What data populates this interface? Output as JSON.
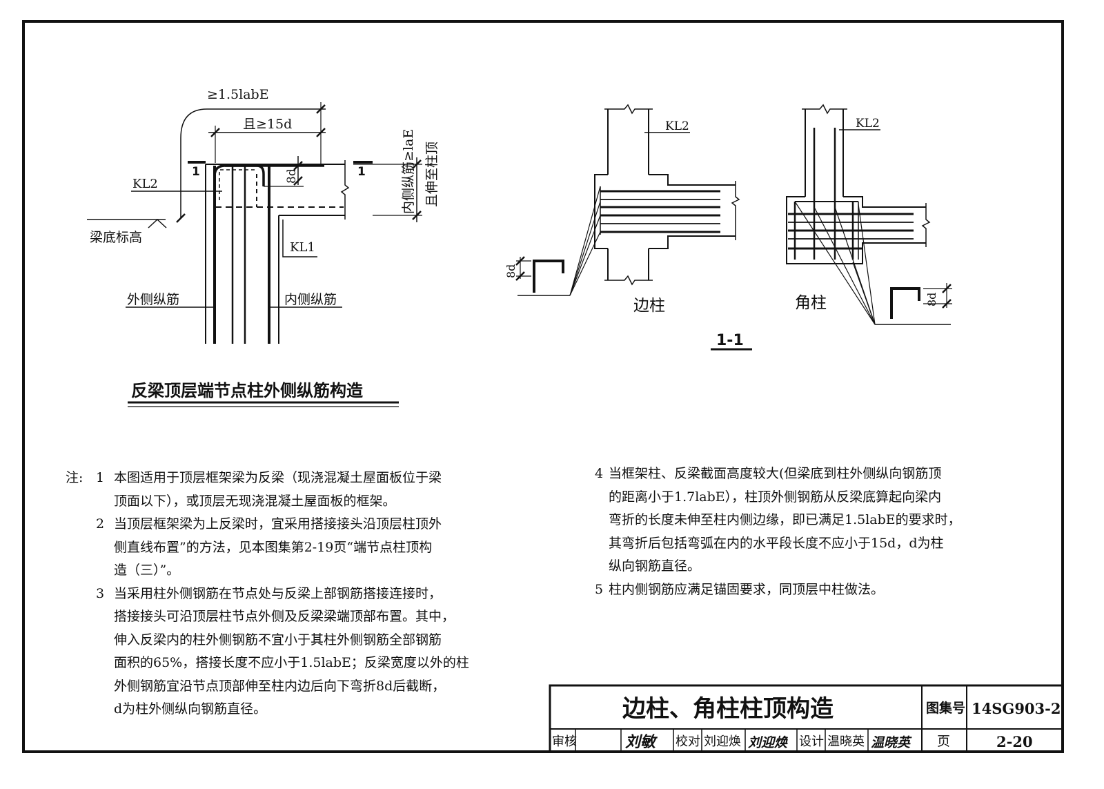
{
  "detail_left": {
    "title": "反梁顶层端节点柱外侧纵筋构造",
    "dim_top": "≥1.5labE",
    "dim_second": "且≥15d",
    "dim_8d": "8d",
    "vert_note_1": "内侧纵筋≥laE",
    "vert_note_2": "且伸至柱顶",
    "section_mark": "1",
    "label_kl2": "KL2",
    "label_kl1": "KL1",
    "label_beam_bottom": "梁底标高",
    "label_outer_bar": "外侧纵筋",
    "label_inner_bar": "内侧纵筋"
  },
  "section_1_1": {
    "title": "1-1",
    "edge_column": {
      "label": "边柱",
      "beam": "KL2",
      "dim": "8d"
    },
    "corner_column": {
      "label": "角柱",
      "beam": "KL2",
      "dim": "8d"
    }
  },
  "notes": {
    "label": "注:",
    "items": [
      {
        "num": "1",
        "lines": [
          "本图适用于顶层框架梁为反梁（现浇混凝土屋面板位于梁",
          "顶面以下），或顶层无现浇混凝土屋面板的框架。"
        ]
      },
      {
        "num": "2",
        "lines": [
          "当顶层框架梁为上反梁时，宜采用搭接接头沿顶层柱顶外",
          "侧直线布置”的方法，见本图集第2-19页“端节点柱顶构",
          "造（三）”。"
        ]
      },
      {
        "num": "3",
        "lines": [
          "当采用柱外侧钢筋在节点处与反梁上部钢筋搭接连接时，",
          "搭接接头可沿顶层柱节点外侧及反梁梁端顶部布置。其中，",
          "伸入反梁内的柱外侧钢筋不宜小于其柱外侧钢筋全部钢筋",
          "面积的65%，搭接长度不应小于1.5labE；反梁宽度以外的柱",
          "外侧钢筋宜沿节点顶部伸至柱内边后向下弯折8d后截断，",
          "d为柱外侧纵向钢筋直径。"
        ]
      },
      {
        "num": "4",
        "lines": [
          "当框架柱、反梁截面高度较大(但梁底到柱外侧纵向钢筋顶",
          "的距离小于1.7labE），柱顶外侧钢筋从反梁底算起向梁内",
          "弯折的长度未伸至柱内侧边缘，即已满足1.5labE的要求时，",
          "其弯折后包括弯弧在内的水平段长度不应小于15d，d为柱",
          "纵向钢筋直径。"
        ]
      },
      {
        "num": "5",
        "lines": [
          "柱内侧钢筋应满足锚固要求，同顶层中柱做法。"
        ]
      }
    ]
  },
  "title_block": {
    "title": "边柱、角柱柱顶构造",
    "atlas_label": "图集号",
    "atlas_no": "14SG903-2",
    "review_label": "审核",
    "reviewer_sig": "刘敏",
    "check_label": "校对",
    "checker_name": "刘迎焕",
    "checker_sig": "刘迎焕",
    "design_label": "设计",
    "designer_name": "温晓英",
    "designer_sig": "温晓英",
    "page_label": "页",
    "page_no": "2-20"
  }
}
